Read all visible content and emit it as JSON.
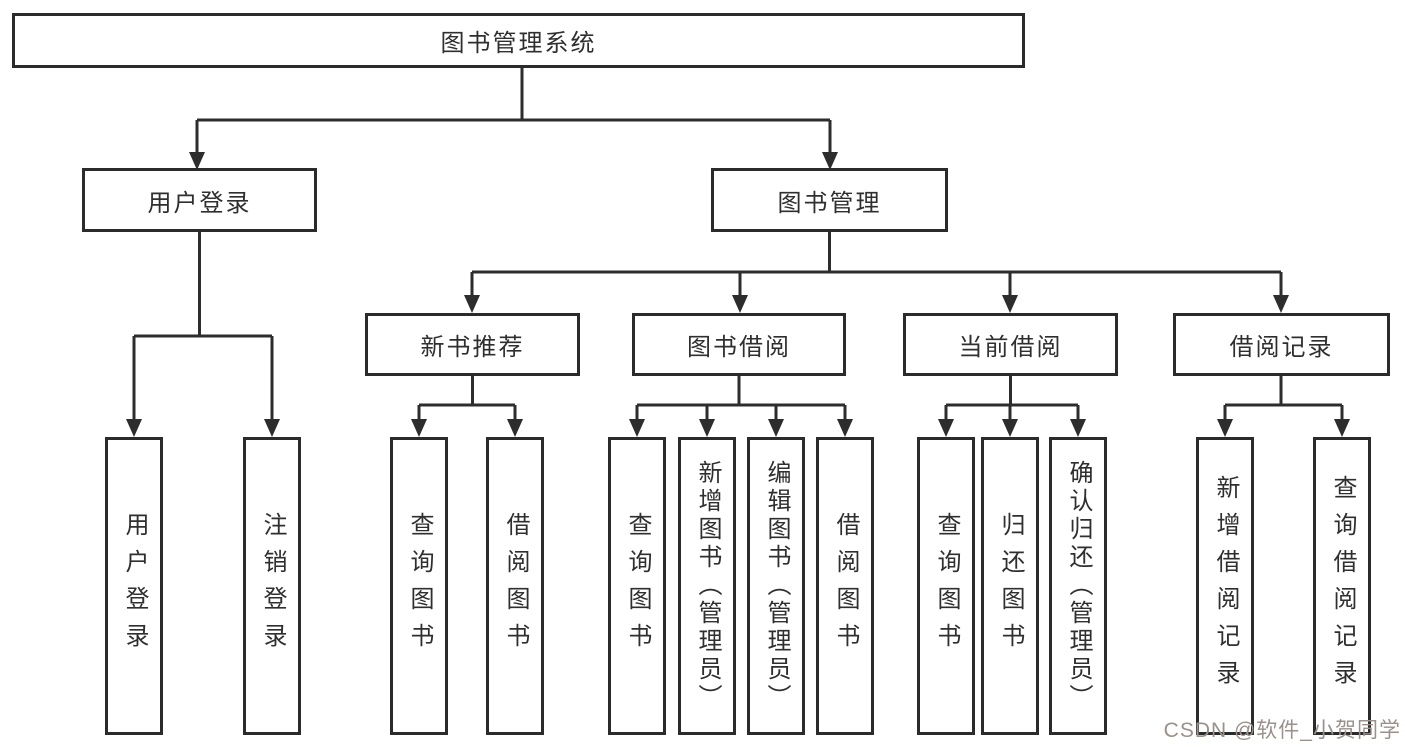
{
  "page": {
    "background_color": "#ffffff",
    "line_color": "#2d2d2d",
    "box_border_color": "#2b2b2b",
    "text_color": "#2f2f2f"
  },
  "watermark": {
    "text": "CSDN @软件_小贺同学",
    "color": "#9a908c"
  },
  "nodes": {
    "root": {
      "label": "图书管理系统"
    },
    "user_login": {
      "label": "用户登录"
    },
    "book_management": {
      "label": "图书管理"
    },
    "new_book_recommend": {
      "label": "新书推荐"
    },
    "book_borrow": {
      "label": "图书借阅"
    },
    "current_borrow": {
      "label": "当前借阅"
    },
    "borrow_records": {
      "label": "借阅记录"
    },
    "leaves": {
      "user_login": [
        "用户登录",
        "注销登录"
      ],
      "new_book_recommend": [
        "查询图书",
        "借阅图书"
      ],
      "book_borrow": [
        "查询图书",
        "新增图书（管理员）",
        "编辑图书（管理员）",
        "借阅图书"
      ],
      "current_borrow": [
        "查询图书",
        "归还图书",
        "确认归还（管理员）"
      ],
      "borrow_records": [
        "新增借阅记录",
        "查询借阅记录"
      ]
    }
  }
}
